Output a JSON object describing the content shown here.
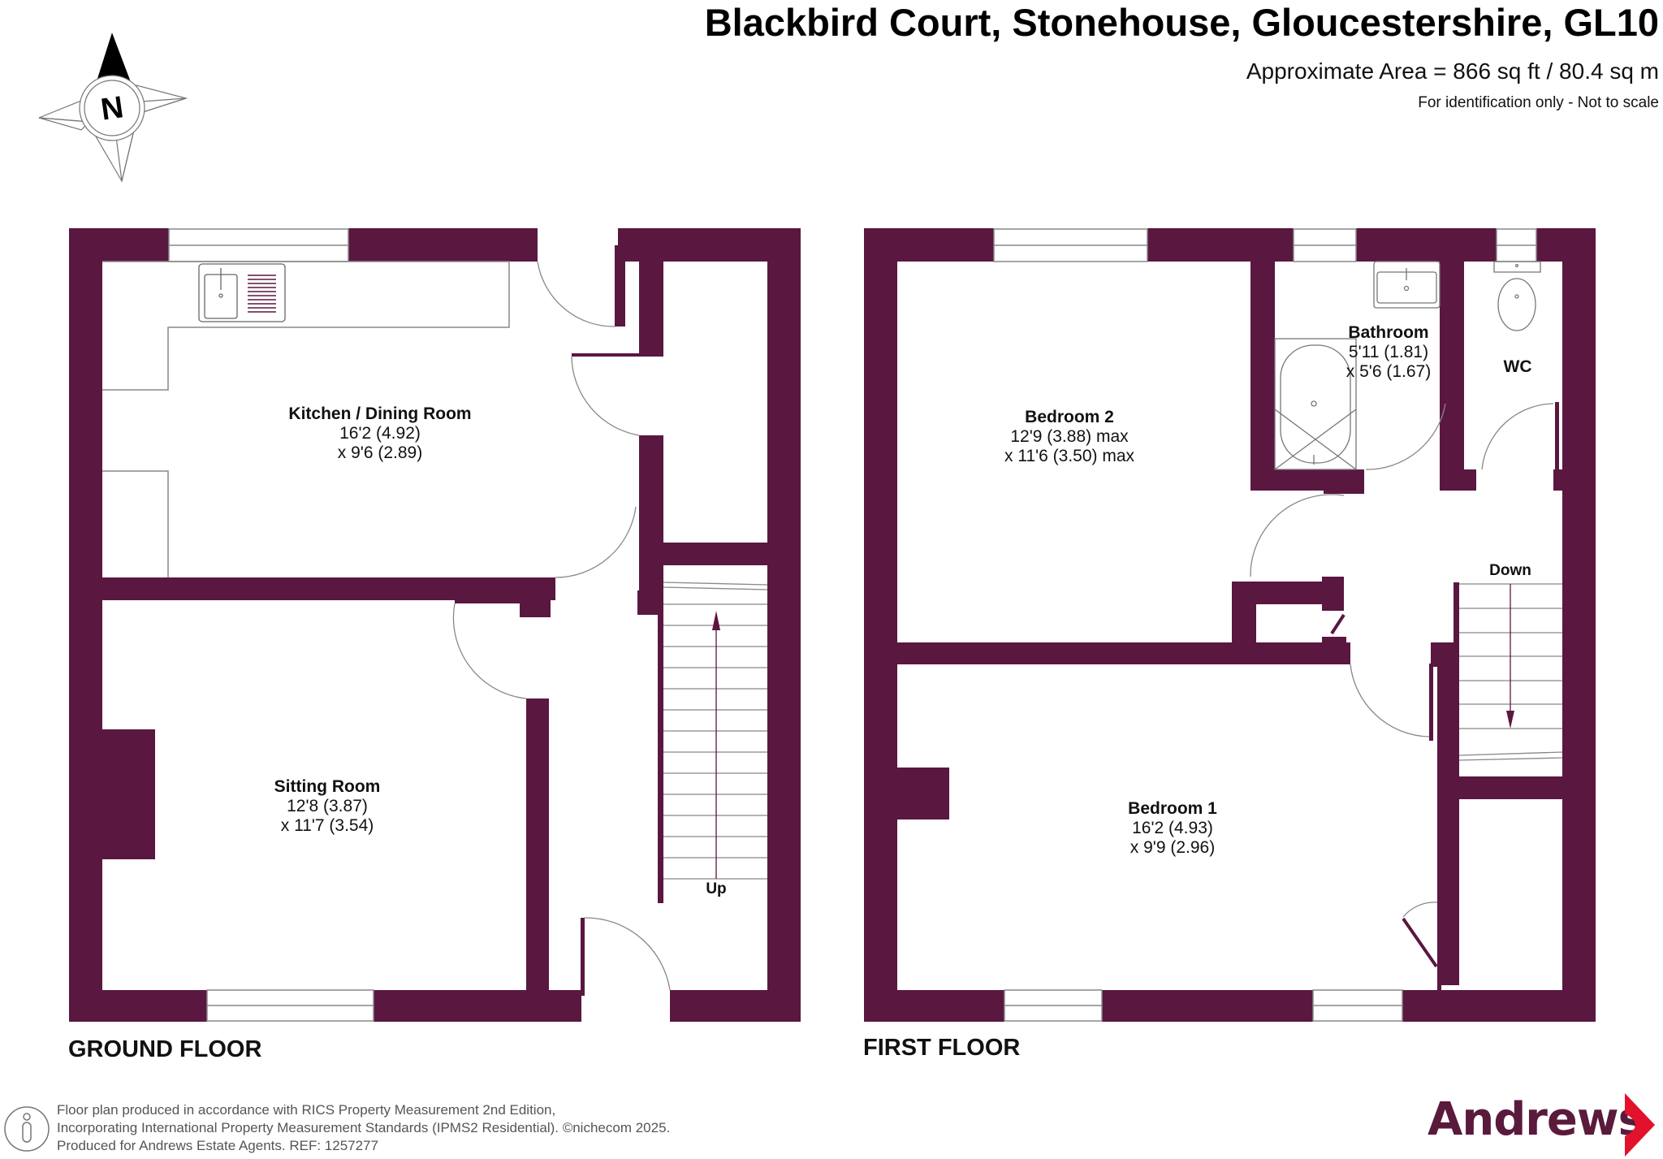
{
  "header": {
    "title": "Blackbird Court, Stonehouse, Gloucestershire, GL10",
    "area": "Approximate Area = 866 sq ft / 80.4 sq m",
    "note": "For identification only - Not to scale"
  },
  "compass": {
    "label": "N",
    "icon": "north-compass-icon"
  },
  "colors": {
    "wall": "#5a1740",
    "line": "#888888",
    "logo_text": "#5a1a3c",
    "logo_arrow": "#e3122c"
  },
  "ground_floor": {
    "label": "GROUND FLOOR",
    "rooms": [
      {
        "name": "Kitchen / Dining Room",
        "dim1": "16'2 (4.92)",
        "dim2": "x 9'6 (2.89)"
      },
      {
        "name": "Sitting Room",
        "dim1": "12'8 (3.87)",
        "dim2": "x 11'7 (3.54)"
      }
    ],
    "stairs_label": "Up"
  },
  "first_floor": {
    "label": "FIRST FLOOR",
    "rooms": [
      {
        "name": "Bedroom 2",
        "dim1": "12'9 (3.88) max",
        "dim2": "x 11'6 (3.50) max"
      },
      {
        "name": "Bathroom",
        "dim1": "5'11 (1.81)",
        "dim2": "x 5'6 (1.67)"
      },
      {
        "name": "WC",
        "dim1": "",
        "dim2": ""
      },
      {
        "name": "Bedroom 1",
        "dim1": "16'2 (4.93)",
        "dim2": "x 9'9 (2.96)"
      }
    ],
    "stairs_label": "Down"
  },
  "footer": {
    "line1": "Floor plan produced in accordance with RICS Property Measurement 2nd Edition,",
    "line2": "Incorporating International Property Measurement Standards (IPMS2 Residential).   ©nichecom 2025.",
    "line3": "Produced for Andrews Estate Agents.   REF: 1257277"
  },
  "logo": {
    "text": "Andrews"
  }
}
